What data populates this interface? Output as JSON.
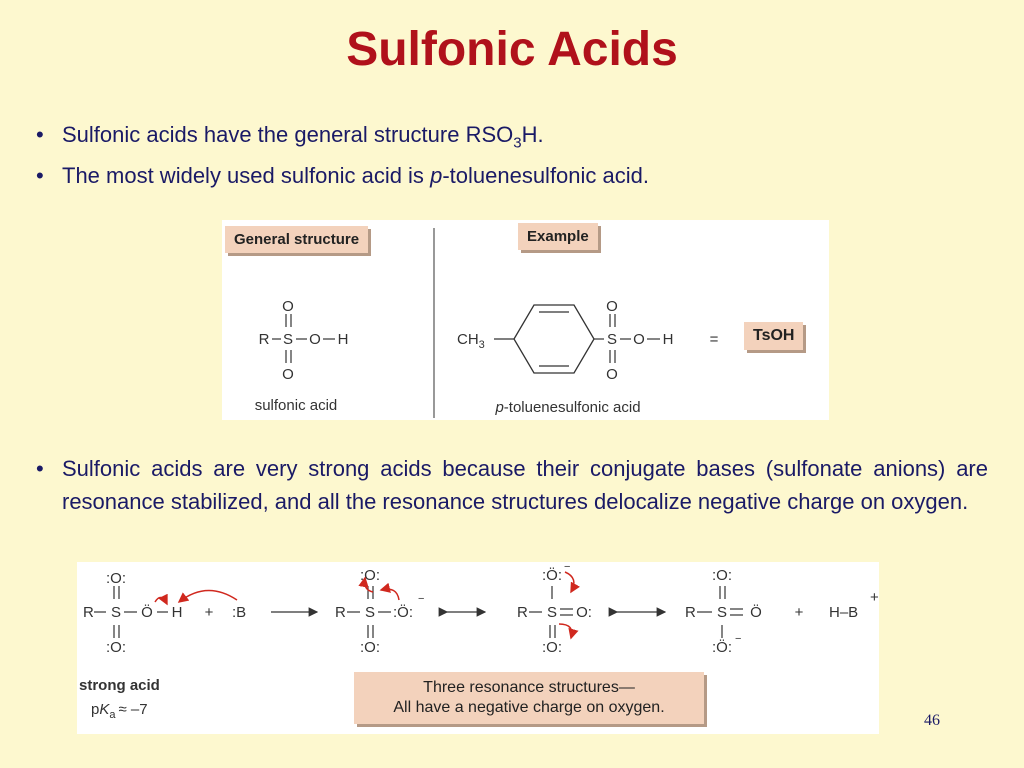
{
  "slide": {
    "title": "Sulfonic Acids",
    "page_number": "46"
  },
  "bullets_top": [
    {
      "pre": "Sulfonic acids have the general structure RSO",
      "sub": "3",
      "post": "H."
    },
    {
      "pre": "The most widely used sulfonic acid is ",
      "italic": "p",
      "post": "-toluenesulfonic acid."
    }
  ],
  "bullet_bottom": "Sulfonic acids are very strong acids because their conjugate bases (sulfonate anions) are resonance stabilized, and all the resonance structures delocalize negative charge on oxygen.",
  "figure1": {
    "general_label": "General structure",
    "example_label": "Example",
    "general_caption": "sulfonic acid",
    "example_caption_italic": "p",
    "example_caption_rest": "-toluenesulfonic acid",
    "abbreviation": "TsOH",
    "equals": "=",
    "ch3": "CH",
    "ch3_sub": "3"
  },
  "figure2": {
    "strong_acid": "strong acid",
    "pka_text": "≈ –7",
    "resonance_line1": "Three resonance structures—",
    "resonance_line2": "All have a negative charge on oxygen.",
    "plus": "+",
    "base": ":B",
    "conj_acid": "H–B"
  },
  "colors": {
    "background": "#fdf8cf",
    "title": "#b0111b",
    "text": "#1a1a66",
    "label_box": "#f3d2bc",
    "arrow_red": "#d0281e"
  }
}
